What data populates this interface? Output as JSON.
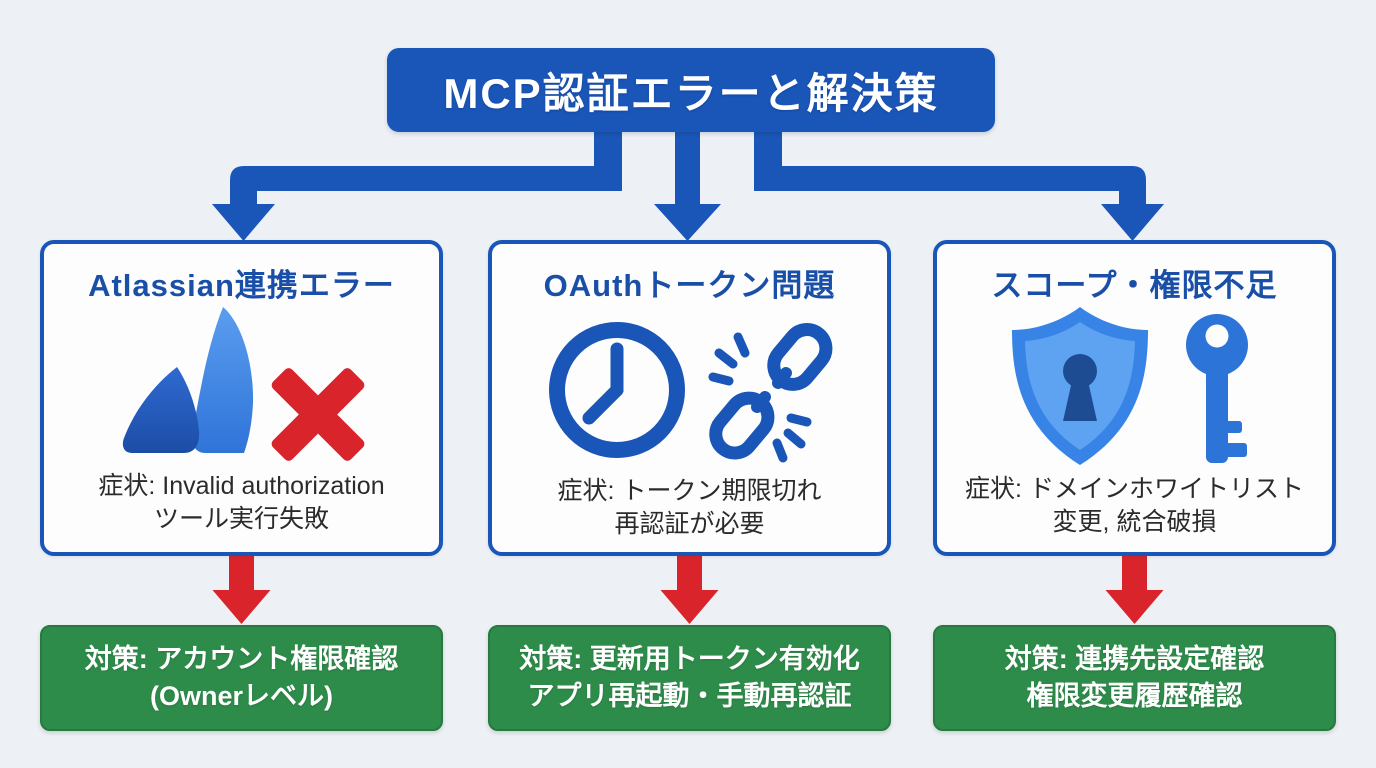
{
  "title": "MCP認証エラーと解決策",
  "columns": [
    {
      "id": "atlassian",
      "heading": "Atlassian連携エラー",
      "icons": [
        "atlassian-logo-icon",
        "error-x-icon"
      ],
      "symptom_line1": "症状: Invalid authorization",
      "symptom_line2": "ツール実行失敗",
      "solution_line1": "対策: アカウント権限確認",
      "solution_line2": "(Ownerレベル)"
    },
    {
      "id": "oauth-token",
      "heading": "OAuthトークン問題",
      "icons": [
        "clock-icon",
        "broken-link-icon"
      ],
      "symptom_line1": "症状: トークン期限切れ",
      "symptom_line2": "再認証が必要",
      "solution_line1": "対策: 更新用トークン有効化",
      "solution_line2": "アプリ再起動・手動再認証"
    },
    {
      "id": "scope-permission",
      "heading": "スコープ・権限不足",
      "icons": [
        "shield-lock-icon",
        "key-icon"
      ],
      "symptom_line1": "症状: ドメインホワイトリスト",
      "symptom_line2": "変更, 統合破損",
      "solution_line1": "対策: 連携先設定確認",
      "solution_line2": "権限変更履歴確認"
    }
  ],
  "colors": {
    "background": "#edf1f5",
    "accent_blue": "#1a55b8",
    "heading_blue": "#1a4fa8",
    "solution_green": "#2e8c4a",
    "alert_red": "#d8242a",
    "symptom_text": "#2b2b2b"
  }
}
